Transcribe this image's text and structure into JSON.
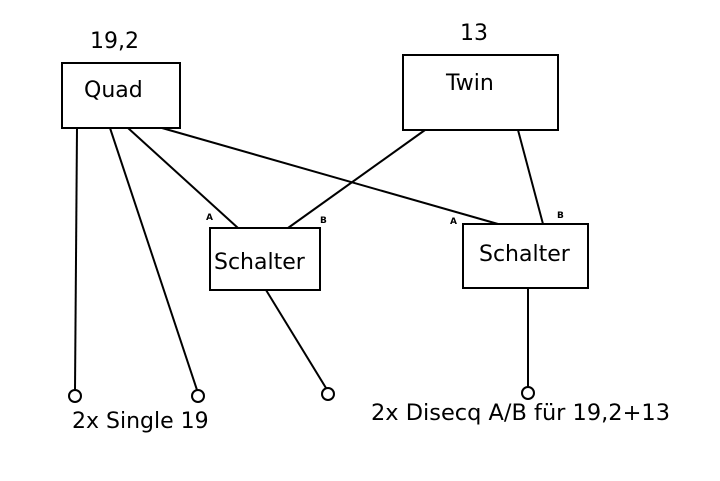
{
  "colors": {
    "stroke": "#000000",
    "background": "#ffffff"
  },
  "satellites": {
    "quad": "19,2",
    "twin": "13"
  },
  "lnb": {
    "quad": "Quad",
    "twin": "Twin"
  },
  "switches": {
    "left": {
      "label": "Schalter",
      "port_a": "A",
      "port_b": "B"
    },
    "right": {
      "label": "Schalter",
      "port_a": "A",
      "port_b": "B"
    }
  },
  "outputs": {
    "single": "2x Single 19",
    "diseqc": "2x Disecq A/B für 19,2+13"
  }
}
